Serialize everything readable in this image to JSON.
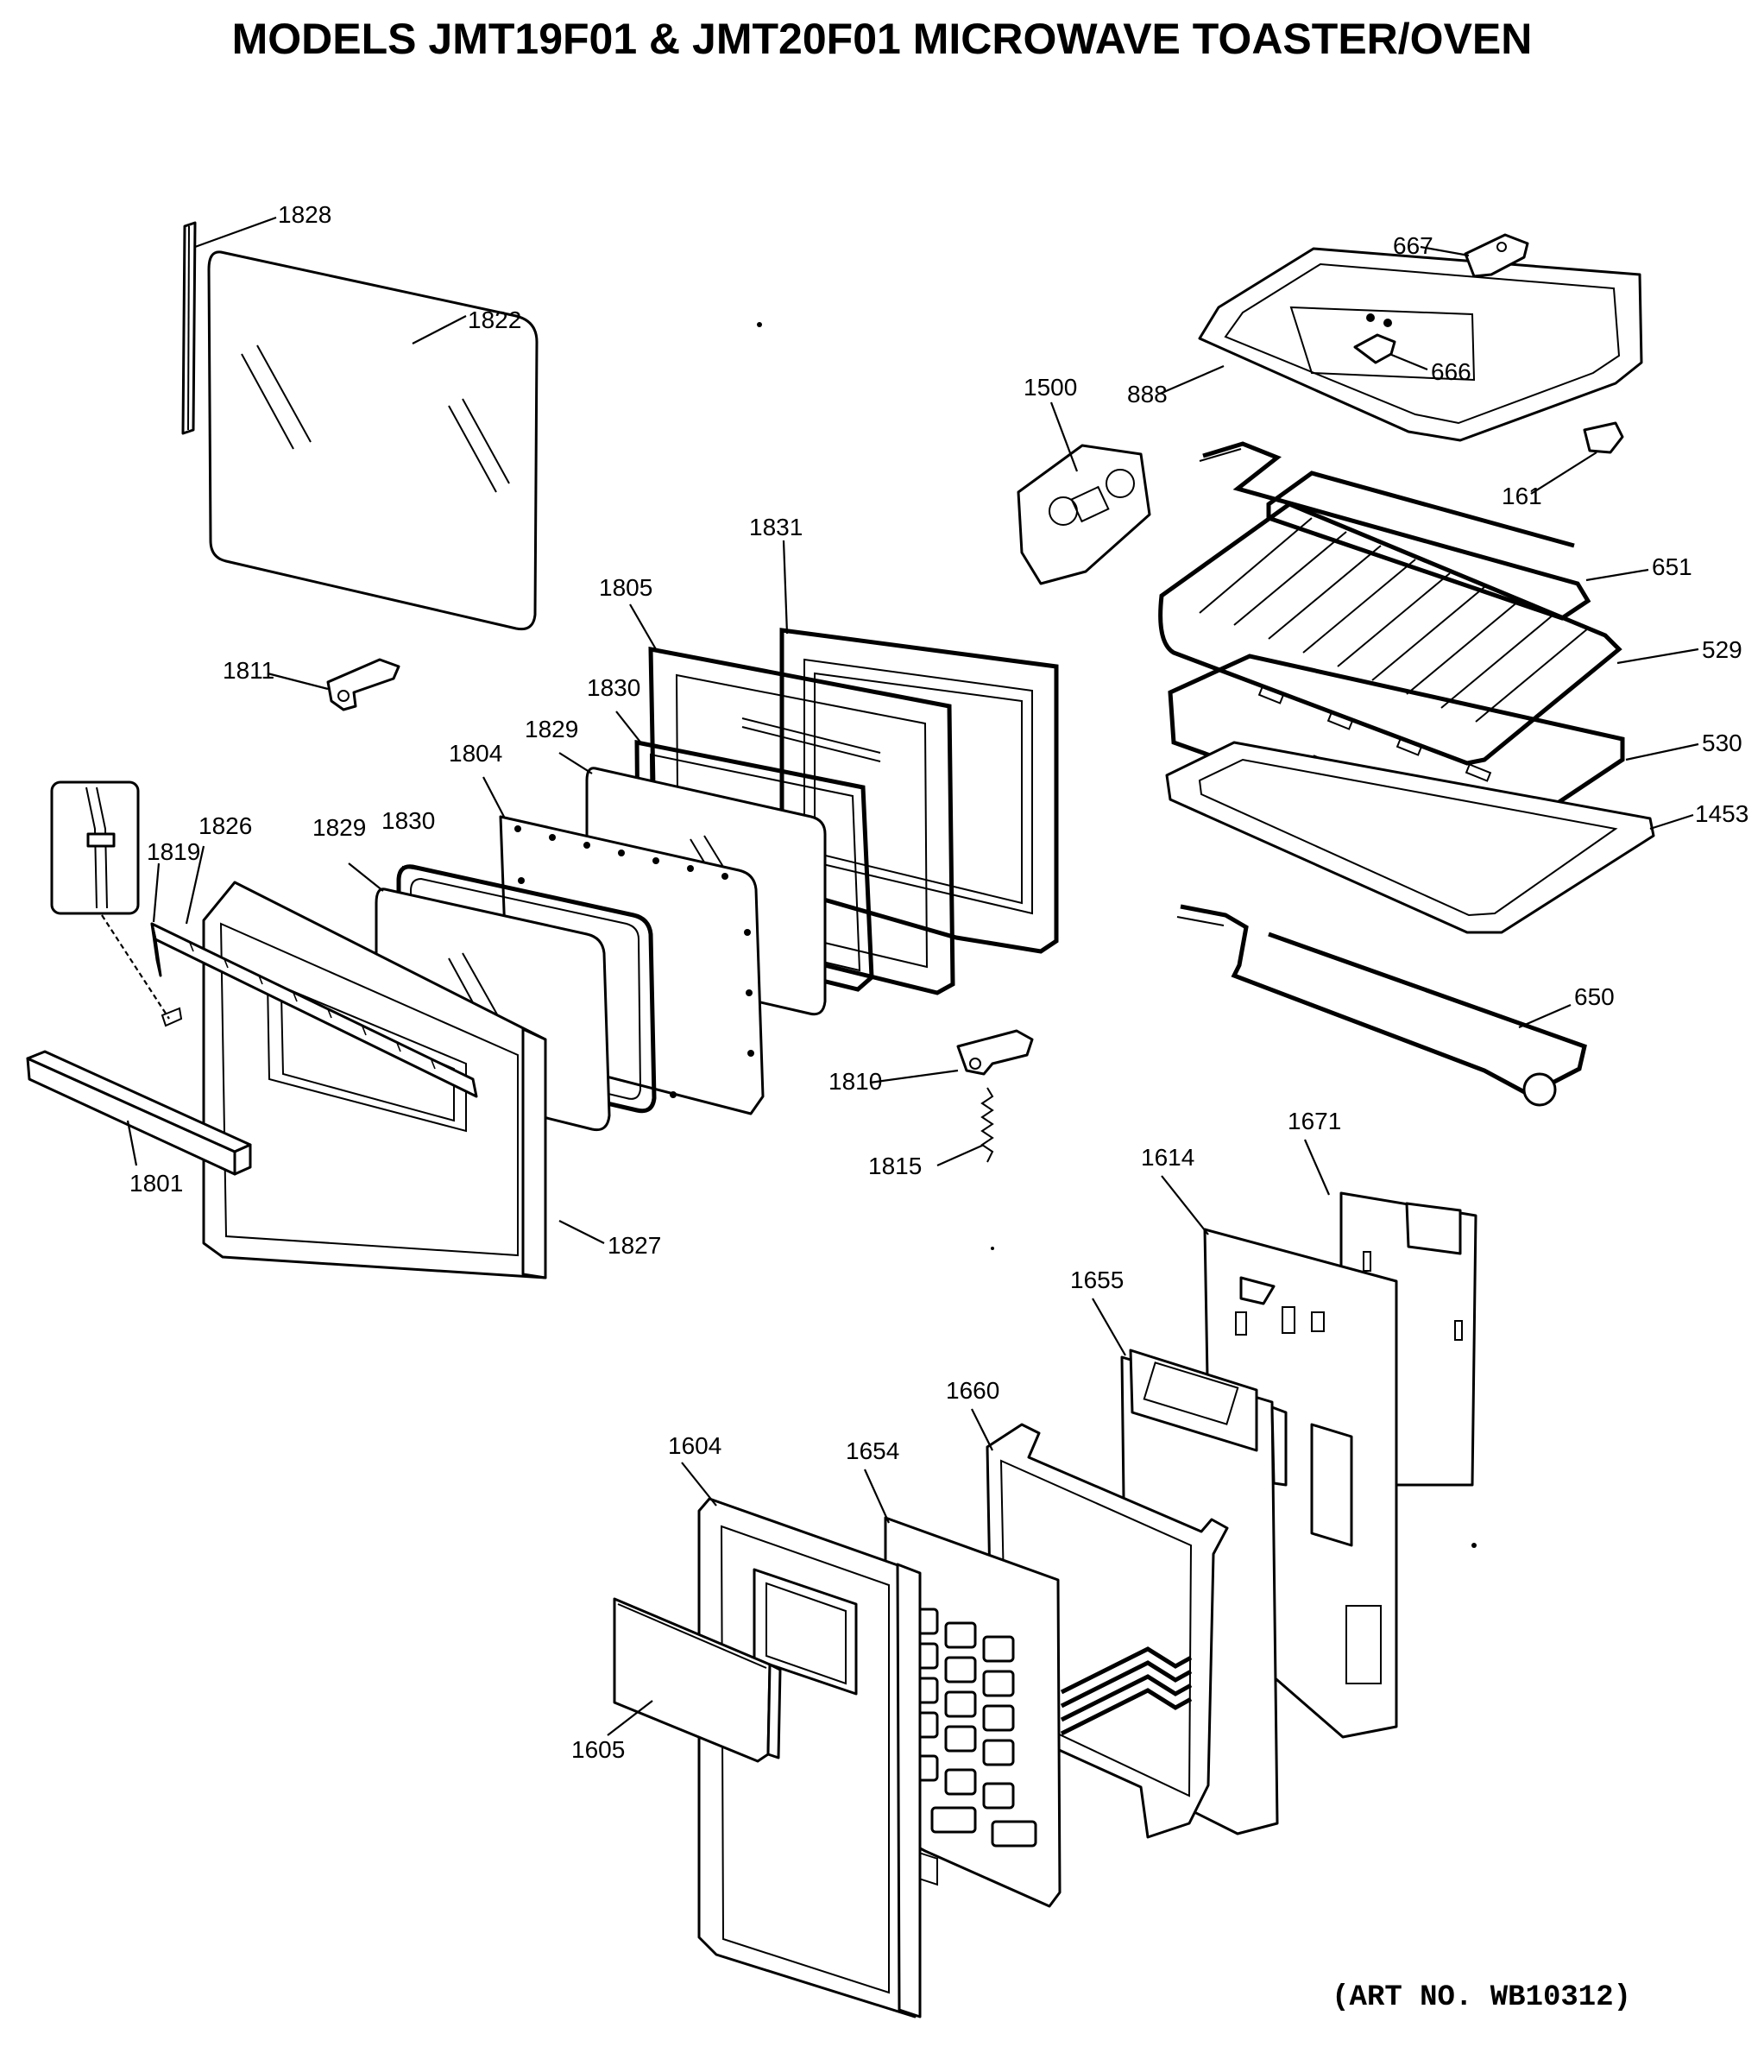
{
  "title": "MODELS JMT19F01 & JMT20F01 MICROWAVE TOASTER/OVEN",
  "art_number": "(ART NO. WB10312)",
  "callouts": {
    "p1828": "1828",
    "p1822": "1822",
    "p667": "667",
    "p666": "666",
    "p888": "888",
    "p161": "161",
    "p1500": "1500",
    "p651": "651",
    "p529": "529",
    "p530": "530",
    "p1453": "1453",
    "p650": "650",
    "p1831": "1831",
    "p1805": "1805",
    "p1830a": "1830",
    "p1829a": "1829",
    "p1804": "1804",
    "p1811": "1811",
    "p1826": "1826",
    "p1819": "1819",
    "p1829b": "1829",
    "p1830b": "1830",
    "p1801": "1801",
    "p1827": "1827",
    "p1810": "1810",
    "p1815": "1815",
    "p1671": "1671",
    "p1614": "1614",
    "p1655": "1655",
    "p1660": "1660",
    "p1604": "1604",
    "p1654": "1654",
    "p1605": "1605"
  }
}
